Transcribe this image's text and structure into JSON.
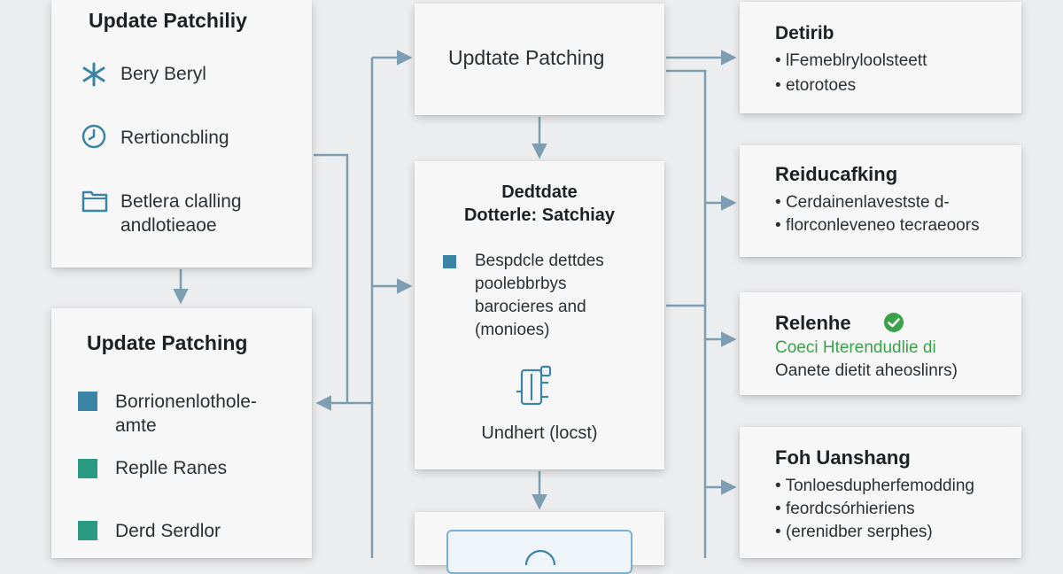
{
  "left_top": {
    "title": "Update Patchiliy",
    "items": [
      {
        "icon": "sparkle-icon",
        "label": "Bery Beryl"
      },
      {
        "icon": "clock-icon",
        "label": "Rertioncbling"
      },
      {
        "icon": "folder-icon",
        "label": "Betlera clalling",
        "label2": "andlotieaoe"
      }
    ]
  },
  "left_bottom": {
    "title": "Update Patching",
    "items": [
      {
        "label": "Borrionenlothole-",
        "label2": "amte",
        "color": "#3b84a6"
      },
      {
        "label": "Replle Ranes",
        "color": "#2a9a82"
      },
      {
        "label": "Derd Serdlor",
        "color": "#2a9a82"
      }
    ]
  },
  "center_top": {
    "title": "Updtate Patching"
  },
  "center_mid": {
    "title_line1": "Dedtdate",
    "title_line2": "Dotterle: Satchiay",
    "body": [
      "Bespdcle dettdes",
      "poolebbrbys",
      "barocieres and",
      "(monioes)"
    ],
    "caption": "Undhert (locst)",
    "bullet_color": "#3b84a6"
  },
  "right": [
    {
      "title": "Detirib",
      "bullets": [
        "lFemeblryloolsteett",
        "etorotoes"
      ]
    },
    {
      "title": "Reiducafking",
      "bullets": [
        "Cerdainenlavestste d-",
        "florconleveneo tecraeoors"
      ]
    },
    {
      "title": "Relenhe",
      "line1": "Coeci Hterendudlie di",
      "line2": "Oanete dietit aheoslinrs)",
      "accent": "#3aa24a"
    },
    {
      "title": "Foh Uanshang",
      "bullets": [
        "Tonloesdupherfemodding",
        "feordcsórhieriens",
        "(erenidber serphes)"
      ]
    }
  ],
  "colors": {
    "connector": "#7d9db2",
    "teal": "#3b84a6",
    "green": "#3aa24a"
  }
}
